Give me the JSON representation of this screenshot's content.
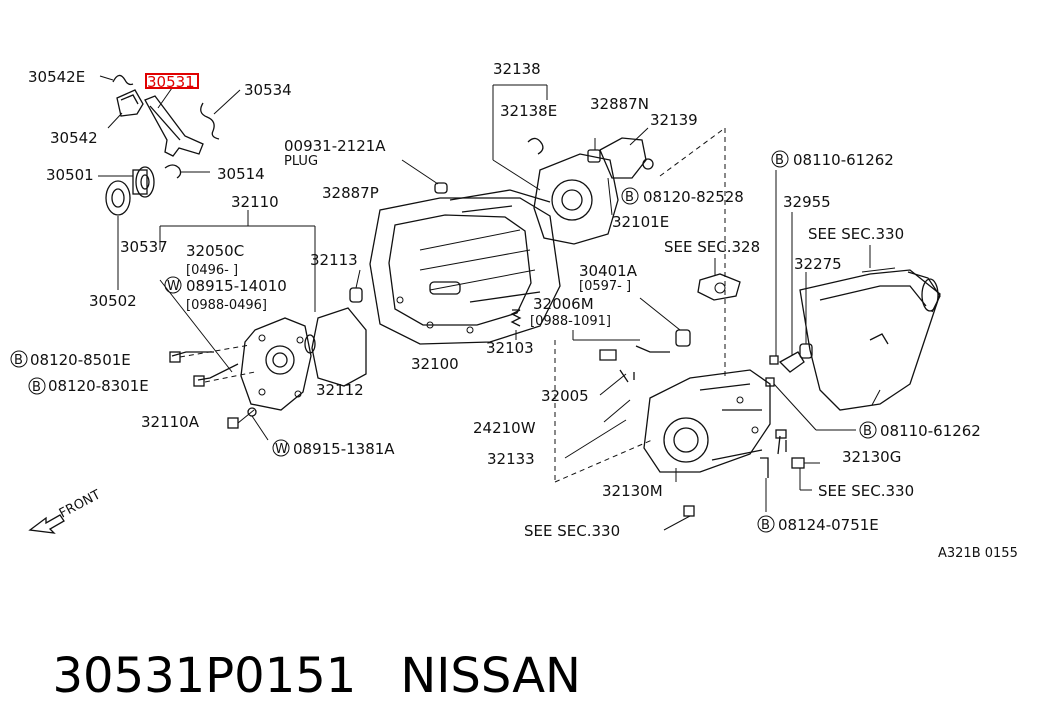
{
  "diagram": {
    "code": "A321B 0155",
    "front_label": "FRONT",
    "highlight_color": "#e00000",
    "labels": {
      "p30542E": "30542E",
      "p30531": "30531",
      "p30534": "30534",
      "p30542": "30542",
      "p30501": "30501",
      "p30514": "30514",
      "p30502": "30502",
      "p30537": "30537",
      "p32110": "32110",
      "p32050C": "32050C",
      "p32050C_range": "[0496-    ]",
      "p08915_14010": "08915-14010",
      "p08915_14010_range": "[0988-0496]",
      "p32113": "32113",
      "p08120_8501E": "08120-8501E",
      "p08120_8301E": "08120-8301E",
      "p32112": "32112",
      "p32110A": "32110A",
      "p08915_1381A": "08915-1381A",
      "p32138": "32138",
      "p32138E": "32138E",
      "p32887N": "32887N",
      "p32139": "32139",
      "p00931": "00931-2121A",
      "plug": "PLUG",
      "p32887P": "32887P",
      "p08120_82528": "08120-82528",
      "p32101E": "32101E",
      "p08110_61262_a": "08110-61262",
      "p32955": "32955",
      "see330_a": "SEE SEC.330",
      "see328": "SEE SEC.328",
      "p30401A": "30401A",
      "p30401A_range": "[0597-    ]",
      "p32275": "32275",
      "p32006M": "32006M",
      "p32006M_range": "[0988-1091]",
      "p32100": "32100",
      "p32103": "32103",
      "p32005": "32005",
      "p24210W": "24210W",
      "p32133": "32133",
      "p32130M": "32130M",
      "p08110_61262_b": "08110-61262",
      "p32130G": "32130G",
      "see330_b": "SEE SEC.330",
      "see330_c": "SEE SEC.330",
      "p08124_0751E": "08124-0751E"
    },
    "markers": {
      "B": "B",
      "W": "W"
    }
  },
  "footer": {
    "part_number": "30531P0151",
    "brand": "NISSAN"
  }
}
